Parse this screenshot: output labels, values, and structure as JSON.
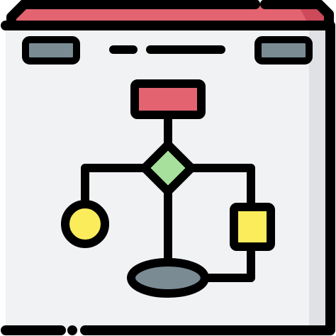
{
  "icon": {
    "name": "flowchart-window-icon",
    "colors": {
      "outline": "#000000",
      "title_bar": "#e36470",
      "title_bar_shade": "#cd4a5a",
      "window_body": "#f1f2f4",
      "window_body_shade": "#dfe1e5",
      "window_buttons": "#7a8b94",
      "process_box": "#e36470",
      "decision_diamond": "#a6e09c",
      "start_circle": "#fbec5b",
      "side_box": "#fbec5b",
      "end_ellipse": "#7a8b94",
      "end_ellipse_shade": "#5f6f78",
      "connector": "#000000"
    },
    "parts": [
      "window-frame",
      "title-bar",
      "window-button-left",
      "window-button-right",
      "title-line-short",
      "title-line-long",
      "process-box",
      "decision-diamond",
      "start-circle",
      "side-box",
      "end-ellipse",
      "connector-lines"
    ]
  }
}
